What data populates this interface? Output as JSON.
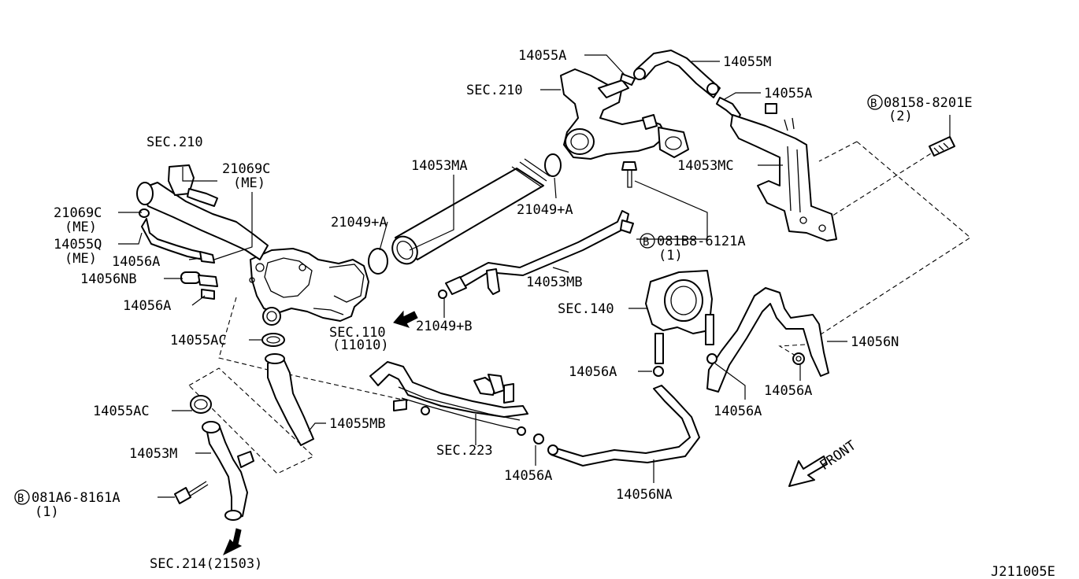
{
  "labels": {
    "l_14055A_top": "14055A",
    "l_14055M": "14055M",
    "l_14055A_right": "14055A",
    "l_sec210_top": "SEC.210",
    "l_bolt_08158": "08158-8201E",
    "l_bolt_08158_qty": "(2)",
    "l_sec210_left": "SEC.210",
    "l_21069C": "21069C",
    "l_21069C_me": "(ME)",
    "l_14053MA": "14053MA",
    "l_14053MC": "14053MC",
    "l_21069C_left": "21069C",
    "l_21069C_left_me": "(ME)",
    "l_21049A_left": "21049+A",
    "l_21049A_right": "21049+A",
    "l_14055Q": "14055Q",
    "l_14055Q_me": "(ME)",
    "l_bolt_081B8": "081B8-6121A",
    "l_bolt_081B8_qty": "(1)",
    "l_14056A_a": "14056A",
    "l_14056NB": "14056NB",
    "l_14053MB": "14053MB",
    "l_14056A_b": "14056A",
    "l_sec140": "SEC.140",
    "l_21049B": "21049+B",
    "l_sec110": "SEC.110",
    "l_sec110_ref": "(11010)",
    "l_14056N": "14056N",
    "l_14055AC_a": "14055AC",
    "l_14056A_c": "14056A",
    "l_14056A_d": "14056A",
    "l_14056A_e": "14056A",
    "l_14055AC_b": "14055AC",
    "l_14055MB": "14055MB",
    "l_sec223": "SEC.223",
    "l_14053M": "14053M",
    "l_front": "FRONT",
    "l_14056A_f": "14056A",
    "l_14056NA": "14056NA",
    "l_bolt_081A6": "081A6-8161A",
    "l_bolt_081A6_qty": "(1)",
    "l_sec214": "SEC.214(21503)",
    "l_diagram_id": "J211005E"
  },
  "bolt_marker": "B"
}
